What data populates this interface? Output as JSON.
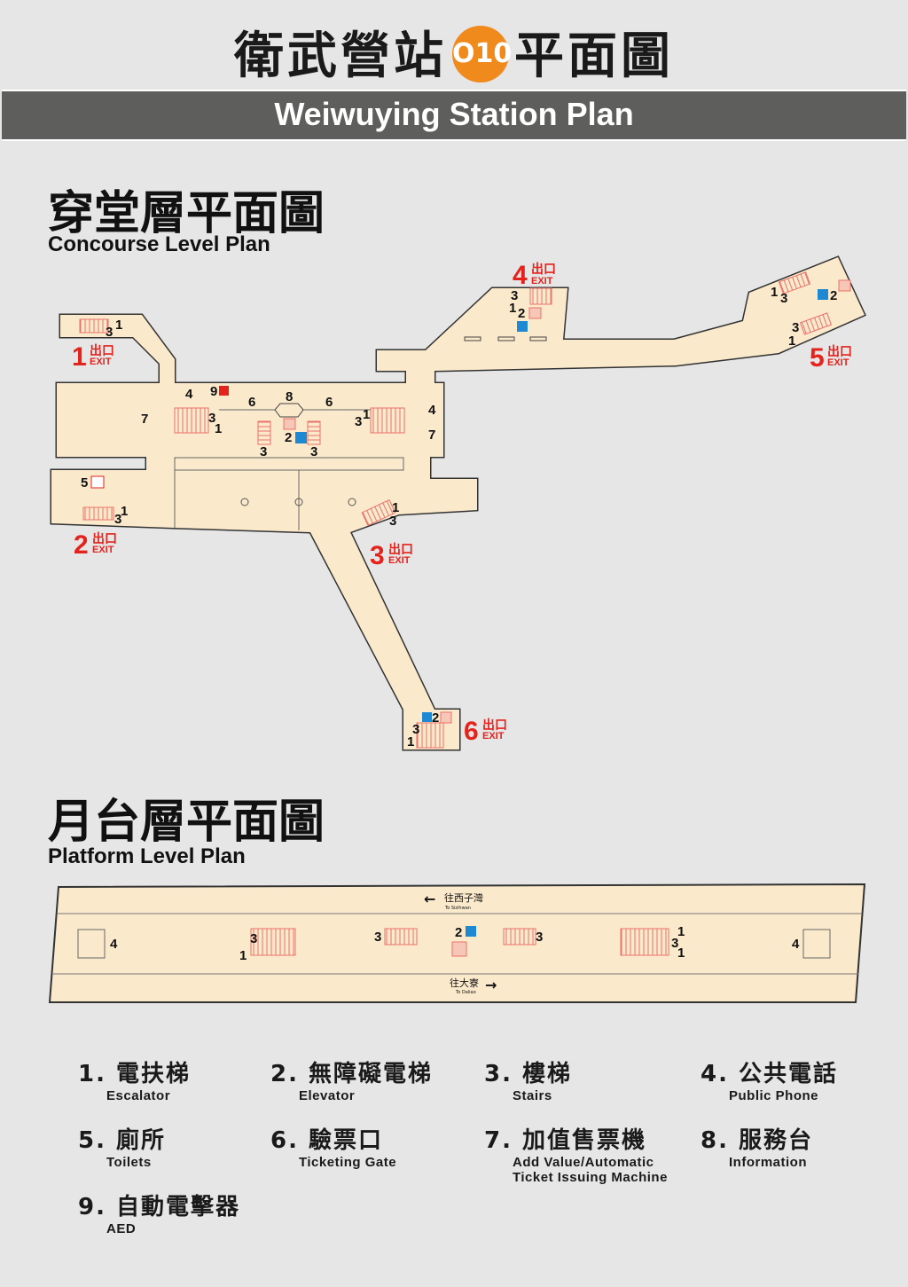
{
  "header": {
    "title_pre": "衛武營站",
    "code": "O10",
    "title_post": "平面圖",
    "subtitle": "Weiwuying Station Plan"
  },
  "concourse": {
    "title_zh": "穿堂層平面圖",
    "title_en": "Concourse Level Plan"
  },
  "platform": {
    "title_zh": "月台層平面圖",
    "title_en": "Platform Level Plan",
    "dir_west_zh": "往西子灣",
    "dir_west_en": "To Sizihwan",
    "dir_east_zh": "往大寮",
    "dir_east_en": "To Daliao"
  },
  "exits": [
    {
      "n": "1",
      "zh": "出口",
      "en": "EXIT"
    },
    {
      "n": "2",
      "zh": "出口",
      "en": "EXIT"
    },
    {
      "n": "3",
      "zh": "出口",
      "en": "EXIT"
    },
    {
      "n": "4",
      "zh": "出口",
      "en": "EXIT"
    },
    {
      "n": "5",
      "zh": "出口",
      "en": "EXIT"
    },
    {
      "n": "6",
      "zh": "出口",
      "en": "EXIT"
    }
  ],
  "labels": {
    "n1": "1",
    "n2": "2",
    "n3": "3",
    "n4": "4",
    "n5": "5",
    "n6": "6",
    "n7": "7",
    "n8": "8",
    "n9": "9"
  },
  "legend": [
    {
      "zh": "1. 電扶梯",
      "en": "Escalator"
    },
    {
      "zh": "2. 無障礙電梯",
      "en": "Elevator"
    },
    {
      "zh": "3. 樓梯",
      "en": "Stairs"
    },
    {
      "zh": "4. 公共電話",
      "en": "Public Phone"
    },
    {
      "zh": "5. 廁所",
      "en": "Toilets"
    },
    {
      "zh": "6. 驗票口",
      "en": "Ticketing Gate"
    },
    {
      "zh": "7. 加值售票機",
      "en": "Add Value/Automatic",
      "en2": "Ticket Issuing Machine"
    },
    {
      "zh": "8. 服務台",
      "en": "Information"
    },
    {
      "zh": "9. 自動電擊器",
      "en": "AED"
    }
  ],
  "colors": {
    "floor": "#fbe9cc",
    "exit": "#e3231c",
    "badge": "#f08a1c",
    "bar": "#5e5e5c",
    "elevator": "#1e88d2"
  }
}
